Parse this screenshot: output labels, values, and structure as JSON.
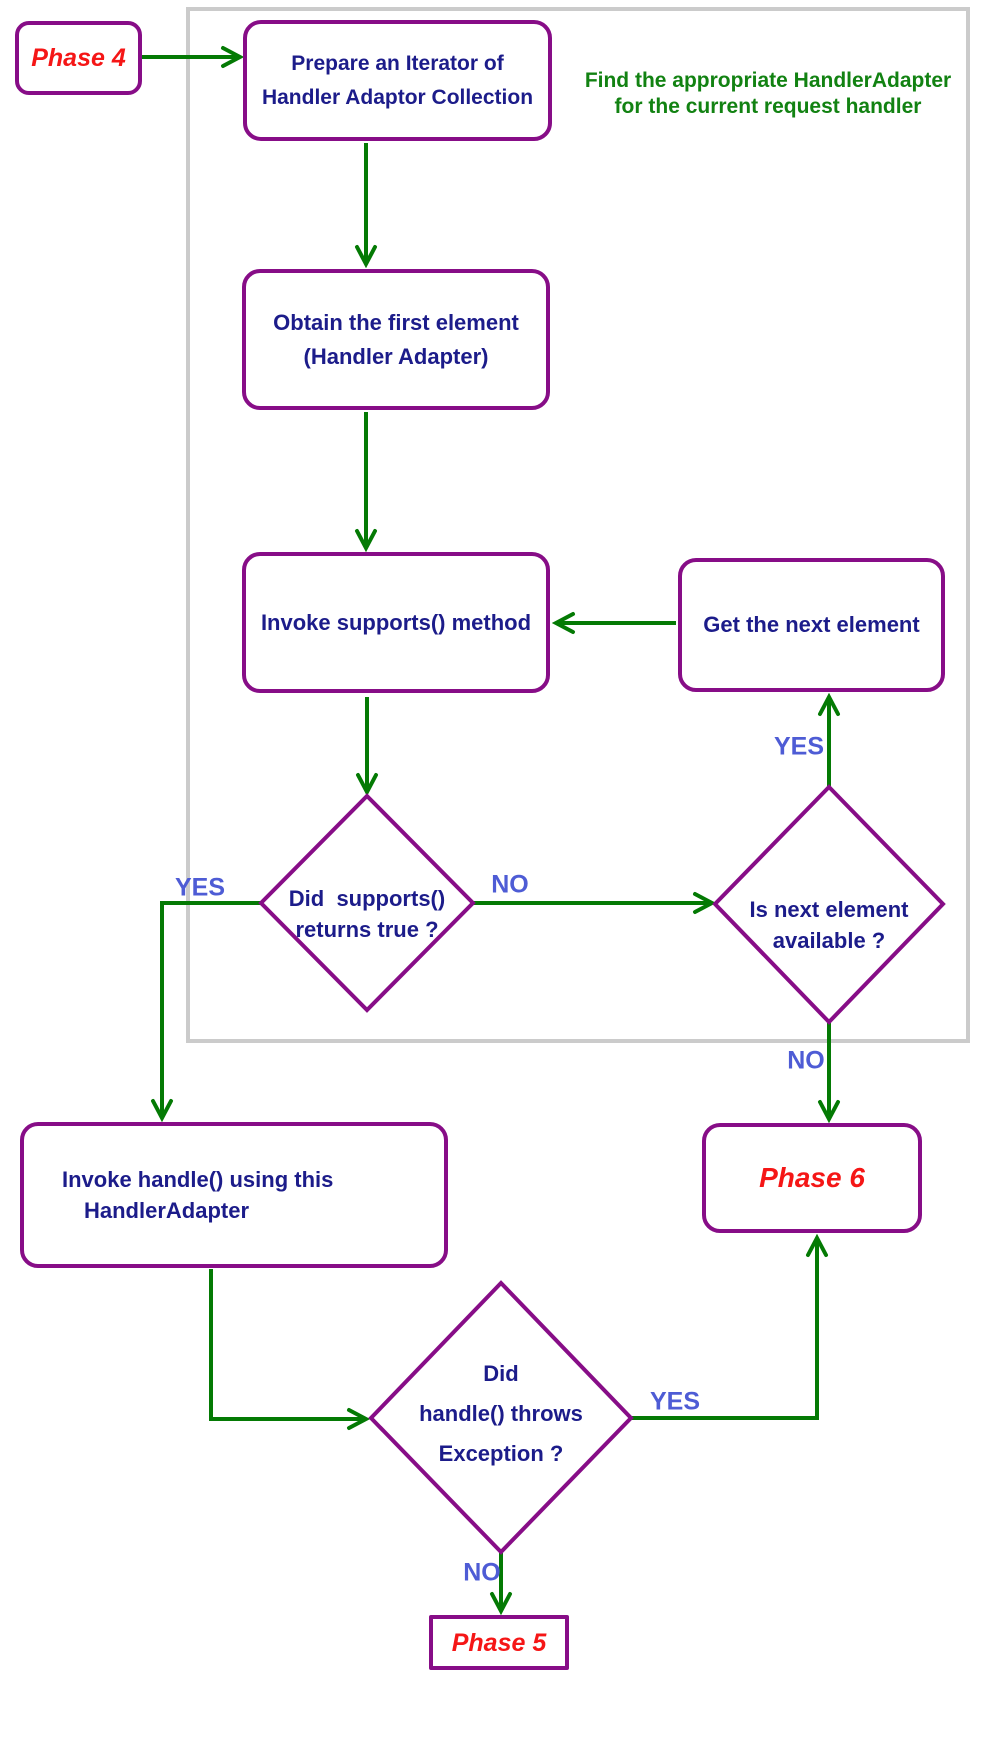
{
  "annotation": {
    "line1": "Find the appropriate HandlerAdapter",
    "line2": "for the current request handler"
  },
  "nodes": {
    "phase4": {
      "label": "Phase 4"
    },
    "prepare_iterator": {
      "line1": "Prepare an Iterator of",
      "line2": "Handler Adaptor Collection"
    },
    "obtain_first": {
      "line1": "Obtain the first element",
      "line2": "(Handler Adapter)"
    },
    "invoke_supports": {
      "label": "Invoke supports() method"
    },
    "get_next": {
      "label": "Get the next element"
    },
    "decision_supports": {
      "line1": "Did  supports()",
      "line2": "returns true ?"
    },
    "decision_next_available": {
      "line1": "Is next element",
      "line2": "available ?"
    },
    "invoke_handle": {
      "line1": "Invoke handle() using this",
      "line2": "HandlerAdapter"
    },
    "phase6": {
      "label": "Phase 6"
    },
    "decision_exception": {
      "line1": "Did",
      "line2": "handle() throws",
      "line3": "Exception ?"
    },
    "phase5": {
      "label": "Phase 5"
    }
  },
  "edge_labels": {
    "supports_yes": "YES",
    "supports_no": "NO",
    "next_yes": "YES",
    "next_no": "NO",
    "exception_yes": "YES",
    "exception_no": "NO"
  },
  "colors": {
    "node_border": "#870d87",
    "arrow": "#047a04",
    "node_text": "#1c1c8a",
    "phase_text": "#f51616",
    "edge_label_text": "#4e5cd5",
    "annotation_text": "#128212",
    "frame_border": "#cbcbcb"
  }
}
